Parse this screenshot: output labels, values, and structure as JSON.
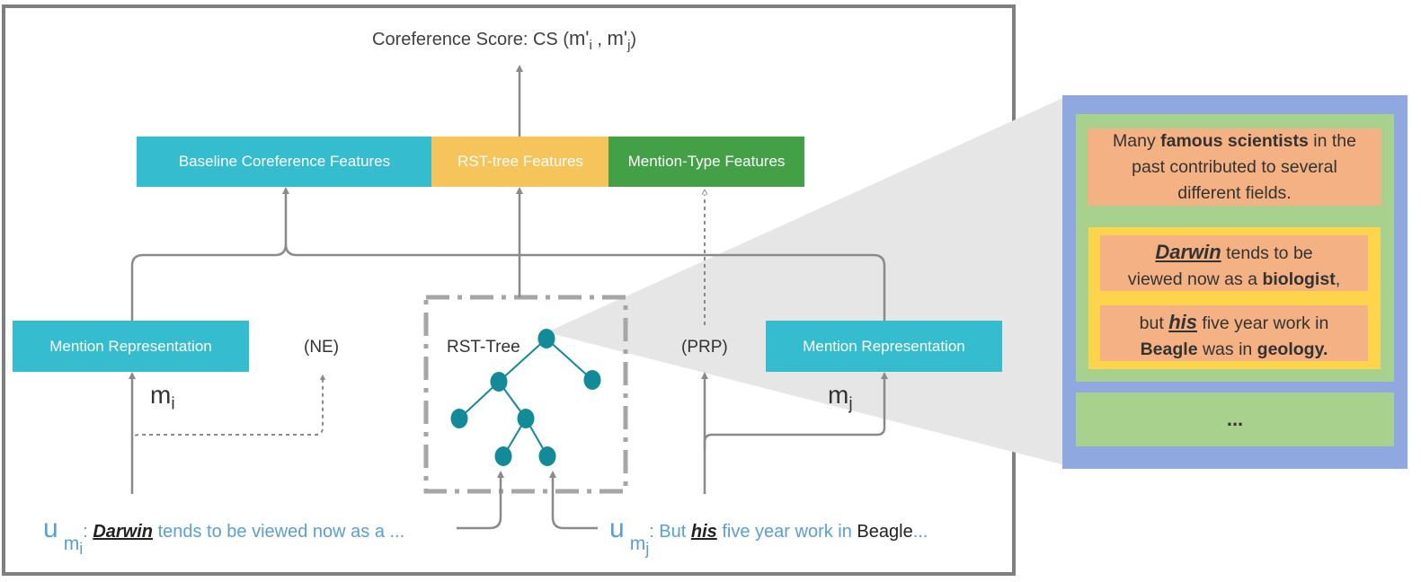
{
  "score": {
    "prefix": "Coreference Score: CS (",
    "m_i": "m'",
    "m_i_sub": "i",
    "sep": ",",
    "m_j": "m'",
    "m_j_sub": "j",
    "suffix": ")"
  },
  "features": {
    "baseline": "Baseline Coreference Features",
    "rst": "RST-tree Features",
    "mention_type": "Mention-Type  Features"
  },
  "mention_rep_left": "Mention Representation",
  "mention_rep_right": "Mention Representation",
  "ne_label": "(NE)",
  "prp_label": "(PRP)",
  "rst_tree_label": "RST-Tree",
  "m_left": "m",
  "m_left_sub": "i",
  "m_right": "m",
  "m_right_sub": "j",
  "utterance_left": {
    "u": "u",
    "sub_m": "m",
    "sub_i": "i",
    "colon": ":",
    "mention": "Darwin",
    "rest": "tends to be viewed now as a ..."
  },
  "utterance_right": {
    "u": "u",
    "sub_m": "m",
    "sub_j": "j",
    "colon": ": But",
    "mention": "his",
    "rest": "five year work in",
    "beagle": "Beagle",
    "ellipsis": "..."
  },
  "panel": {
    "top": {
      "t1": "Many",
      "b1": "famous scientists",
      "t2": "in the",
      "t3": "past contributed to several",
      "t4": "different fields."
    },
    "darwin": {
      "mention": "Darwin",
      "t1": "tends to be",
      "t2": "viewed now as a",
      "b1": "biologist",
      "t3": ","
    },
    "his": {
      "t1": "but",
      "mention": "his",
      "t2": "five year work in",
      "b1": "Beagle",
      "t3": "was in",
      "b2": "geology."
    },
    "ellipsis": "..."
  },
  "colors": {
    "teal": "#35bccf",
    "yellow": "#f5c45a",
    "green": "#43a047",
    "node": "#138a97",
    "panel_blue": "#8fa8df",
    "panel_green": "#a9d18e",
    "panel_orange": "#f4b183",
    "panel_yellow": "#ffd44d",
    "text_blue": "#5a9fd4"
  }
}
